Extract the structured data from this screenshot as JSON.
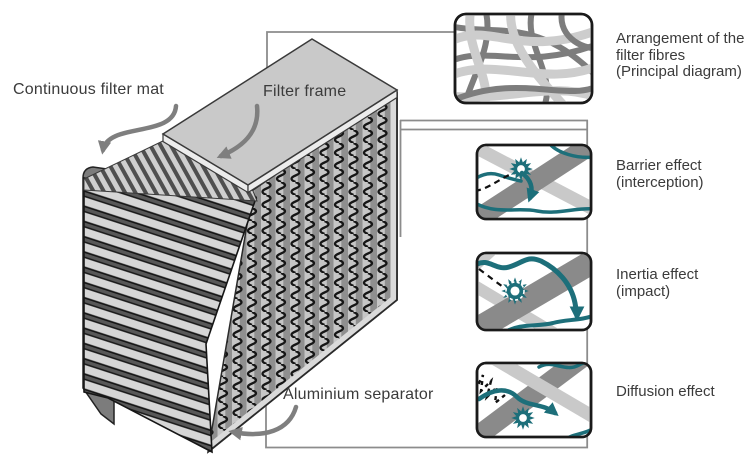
{
  "part_labels": {
    "filter_mat": "Continuous filter mat",
    "filter_frame": "Filter frame",
    "separator": "Aluminium separator"
  },
  "callouts": {
    "fibres": {
      "lines": [
        "Arrangement of the",
        "filter fibres",
        "(Principal diagram)"
      ]
    },
    "barrier": {
      "lines": [
        "Barrier effect",
        "(interception)"
      ]
    },
    "inertia": {
      "lines": [
        "Inertia effect",
        "(impact)"
      ]
    },
    "diffusion": {
      "lines": [
        "Diffusion effect"
      ]
    }
  },
  "colors": {
    "teal": "#1d6f7a",
    "band_dark": "#8a8a8a",
    "band_light": "#c9c9c9",
    "connector": "#8c8c8c",
    "arrow": "#7f7f7f",
    "text": "#3b3b3b",
    "outline": "#1a1a1a",
    "slab": "#c9c9c9",
    "panel": "#7c7c7c"
  }
}
